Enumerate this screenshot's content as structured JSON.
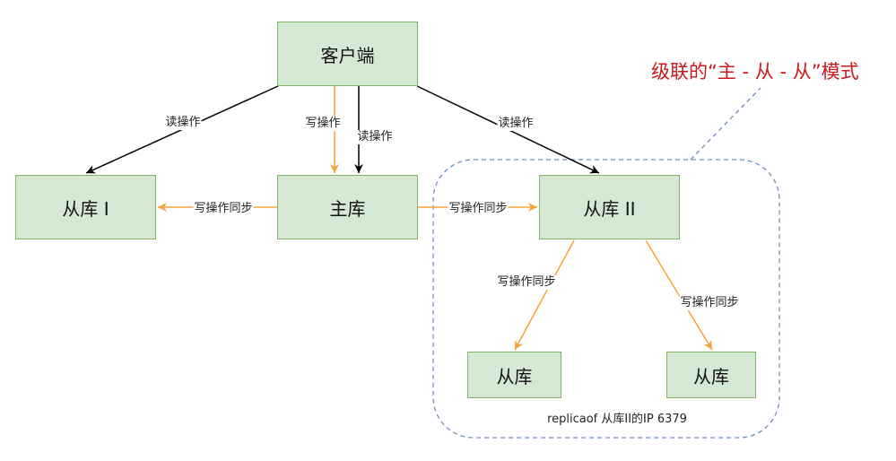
{
  "title": "级联的“主 - 从 - 从”模式",
  "nodes": {
    "client": "客户端",
    "master": "主库",
    "slave1": "从库 I",
    "slave2": "从库 II",
    "slave3": "从库",
    "slave4": "从库"
  },
  "edges": {
    "read_slave1": "读操作",
    "write_master": "写操作",
    "read_master": "读操作",
    "read_slave2": "读操作",
    "sync_slave1": "写操作同步",
    "sync_slave2": "写操作同步",
    "sync_slave3": "写操作同步",
    "sync_slave4": "写操作同步"
  },
  "group_caption": "replicaof 从库II的IP 6379",
  "colors": {
    "node_fill": "#d5e8d4",
    "node_border": "#82b366",
    "read_arrow": "#000000",
    "sync_arrow": "#f5a33b",
    "title": "#c9191c",
    "group_border": "#6c8ebf"
  }
}
